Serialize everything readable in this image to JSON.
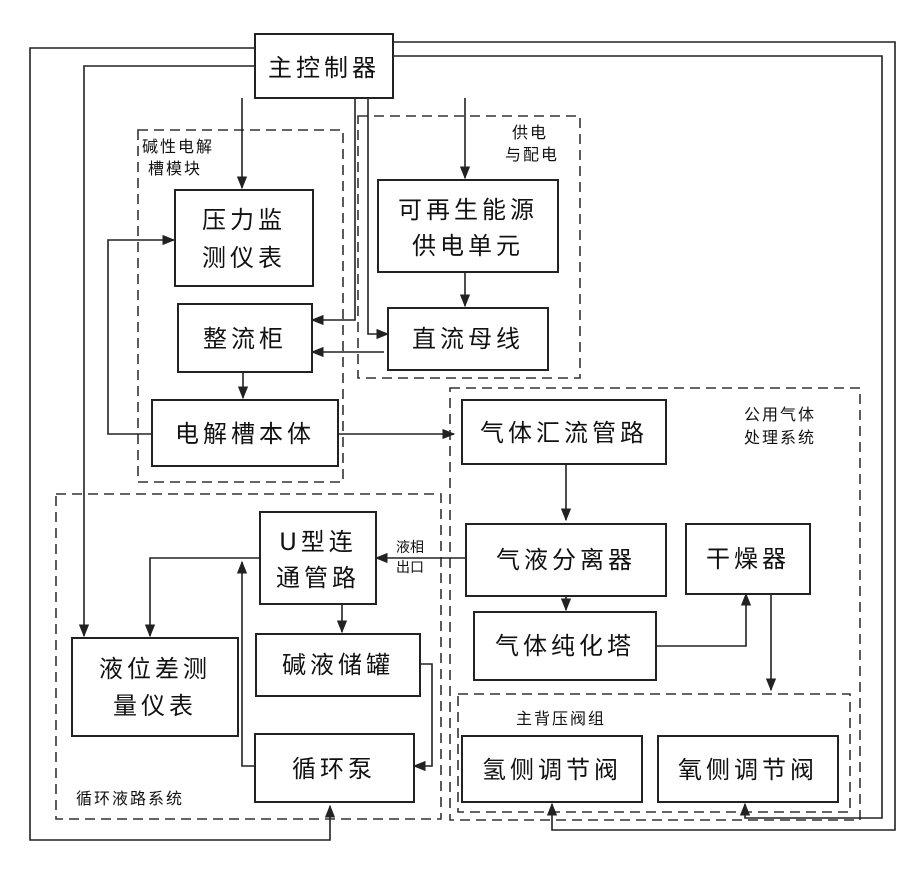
{
  "nodes": {
    "main_controller": "主控制器",
    "pressure_monitor": [
      "压力监",
      "测仪表"
    ],
    "rectifier": "整流柜",
    "electrolyzer": "电解槽本体",
    "renewable": [
      "可再生能源",
      "供电单元"
    ],
    "dc_bus": "直流母线",
    "gas_manifold": "气体汇流管路",
    "gas_liquid_separator": "气液分离器",
    "dryer": "干燥器",
    "gas_purifier": "气体纯化塔",
    "u_pipe": [
      "U型连",
      "通管路"
    ],
    "lye_tank": "碱液储罐",
    "level_meter": [
      "液位差测",
      "量仪表"
    ],
    "pump": "循环泵",
    "h_valve": "氢侧调节阀",
    "o_valve": "氧侧调节阀"
  },
  "groups": {
    "alkaline_module": [
      "碱性电解",
      "槽模块"
    ],
    "power_supply": [
      "供电",
      "与配电"
    ],
    "public_gas": [
      "公用气体",
      "处理系统"
    ],
    "circulation": "循环液路系统",
    "back_pressure": "主背压阀组"
  },
  "annotations": {
    "liquid_outlet": [
      "液相",
      "出口"
    ]
  }
}
